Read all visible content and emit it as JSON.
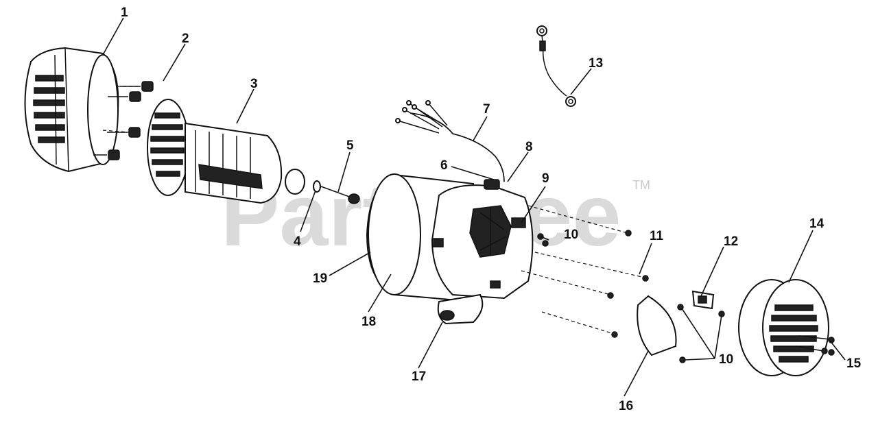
{
  "watermark": {
    "text": "PartsTree",
    "trademark": "TM"
  },
  "callouts": {
    "c1": "1",
    "c2": "2",
    "c3": "3",
    "c4": "4",
    "c5": "5",
    "c6": "6",
    "c7": "7",
    "c8": "8",
    "c9": "9",
    "c10a": "10",
    "c10b": "10",
    "c11": "11",
    "c12": "12",
    "c13": "13",
    "c14": "14",
    "c15": "15",
    "c16": "16",
    "c17": "17",
    "c18": "18",
    "c19": "19"
  }
}
